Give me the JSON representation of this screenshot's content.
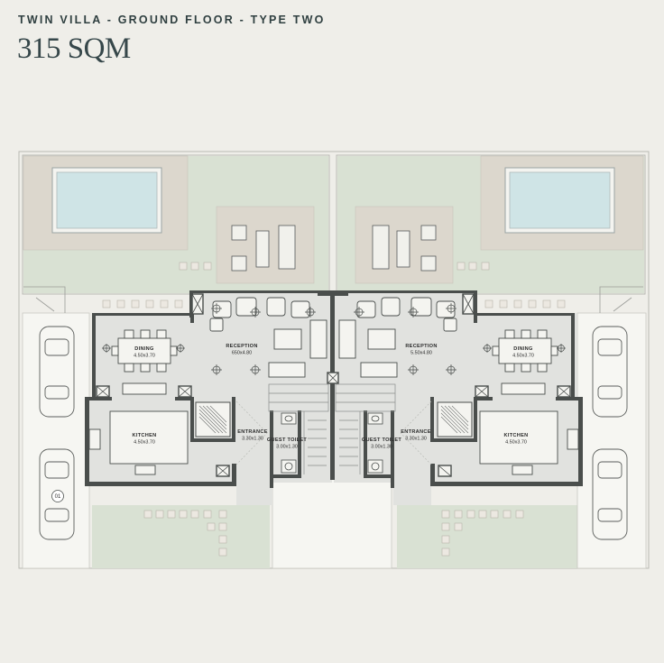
{
  "header": {
    "subtitle": "TWIN VILLA - GROUND FLOOR - TYPE TWO",
    "area": "315 SQM"
  },
  "rooms": {
    "left": {
      "dining": {
        "name": "DINING",
        "dim": "4.50x3.70"
      },
      "reception": {
        "name": "RECEPTION",
        "dim": "650x4.80"
      },
      "kitchen": {
        "name": "KITCHEN",
        "dim": "4.50x3.70"
      },
      "entrance": {
        "name": "ENTRANCE",
        "dim": "3.30x1.30"
      },
      "guest_toilet": {
        "name": "GUEST TOILET",
        "dim": "3.00x1.30"
      }
    },
    "right": {
      "dining": {
        "name": "DINING",
        "dim": "4.50x3.70"
      },
      "reception": {
        "name": "RECEPTION",
        "dim": "5.50x4.80"
      },
      "kitchen": {
        "name": "KITCHEN",
        "dim": "4.50x3.70"
      },
      "entrance": {
        "name": "ENTRANCE",
        "dim": "3.30x1.30"
      },
      "guest_toilet": {
        "name": "GUEST TOILET",
        "dim": "3.00x1.30"
      }
    }
  },
  "parking_marker": "01",
  "colors": {
    "background": "#efeee9",
    "lawn": "#d9e1d3",
    "terrace": "#ddd8cf",
    "pool": "#cfe4e6",
    "interior": "#e1e2df",
    "wall": "#4a4e4c"
  }
}
